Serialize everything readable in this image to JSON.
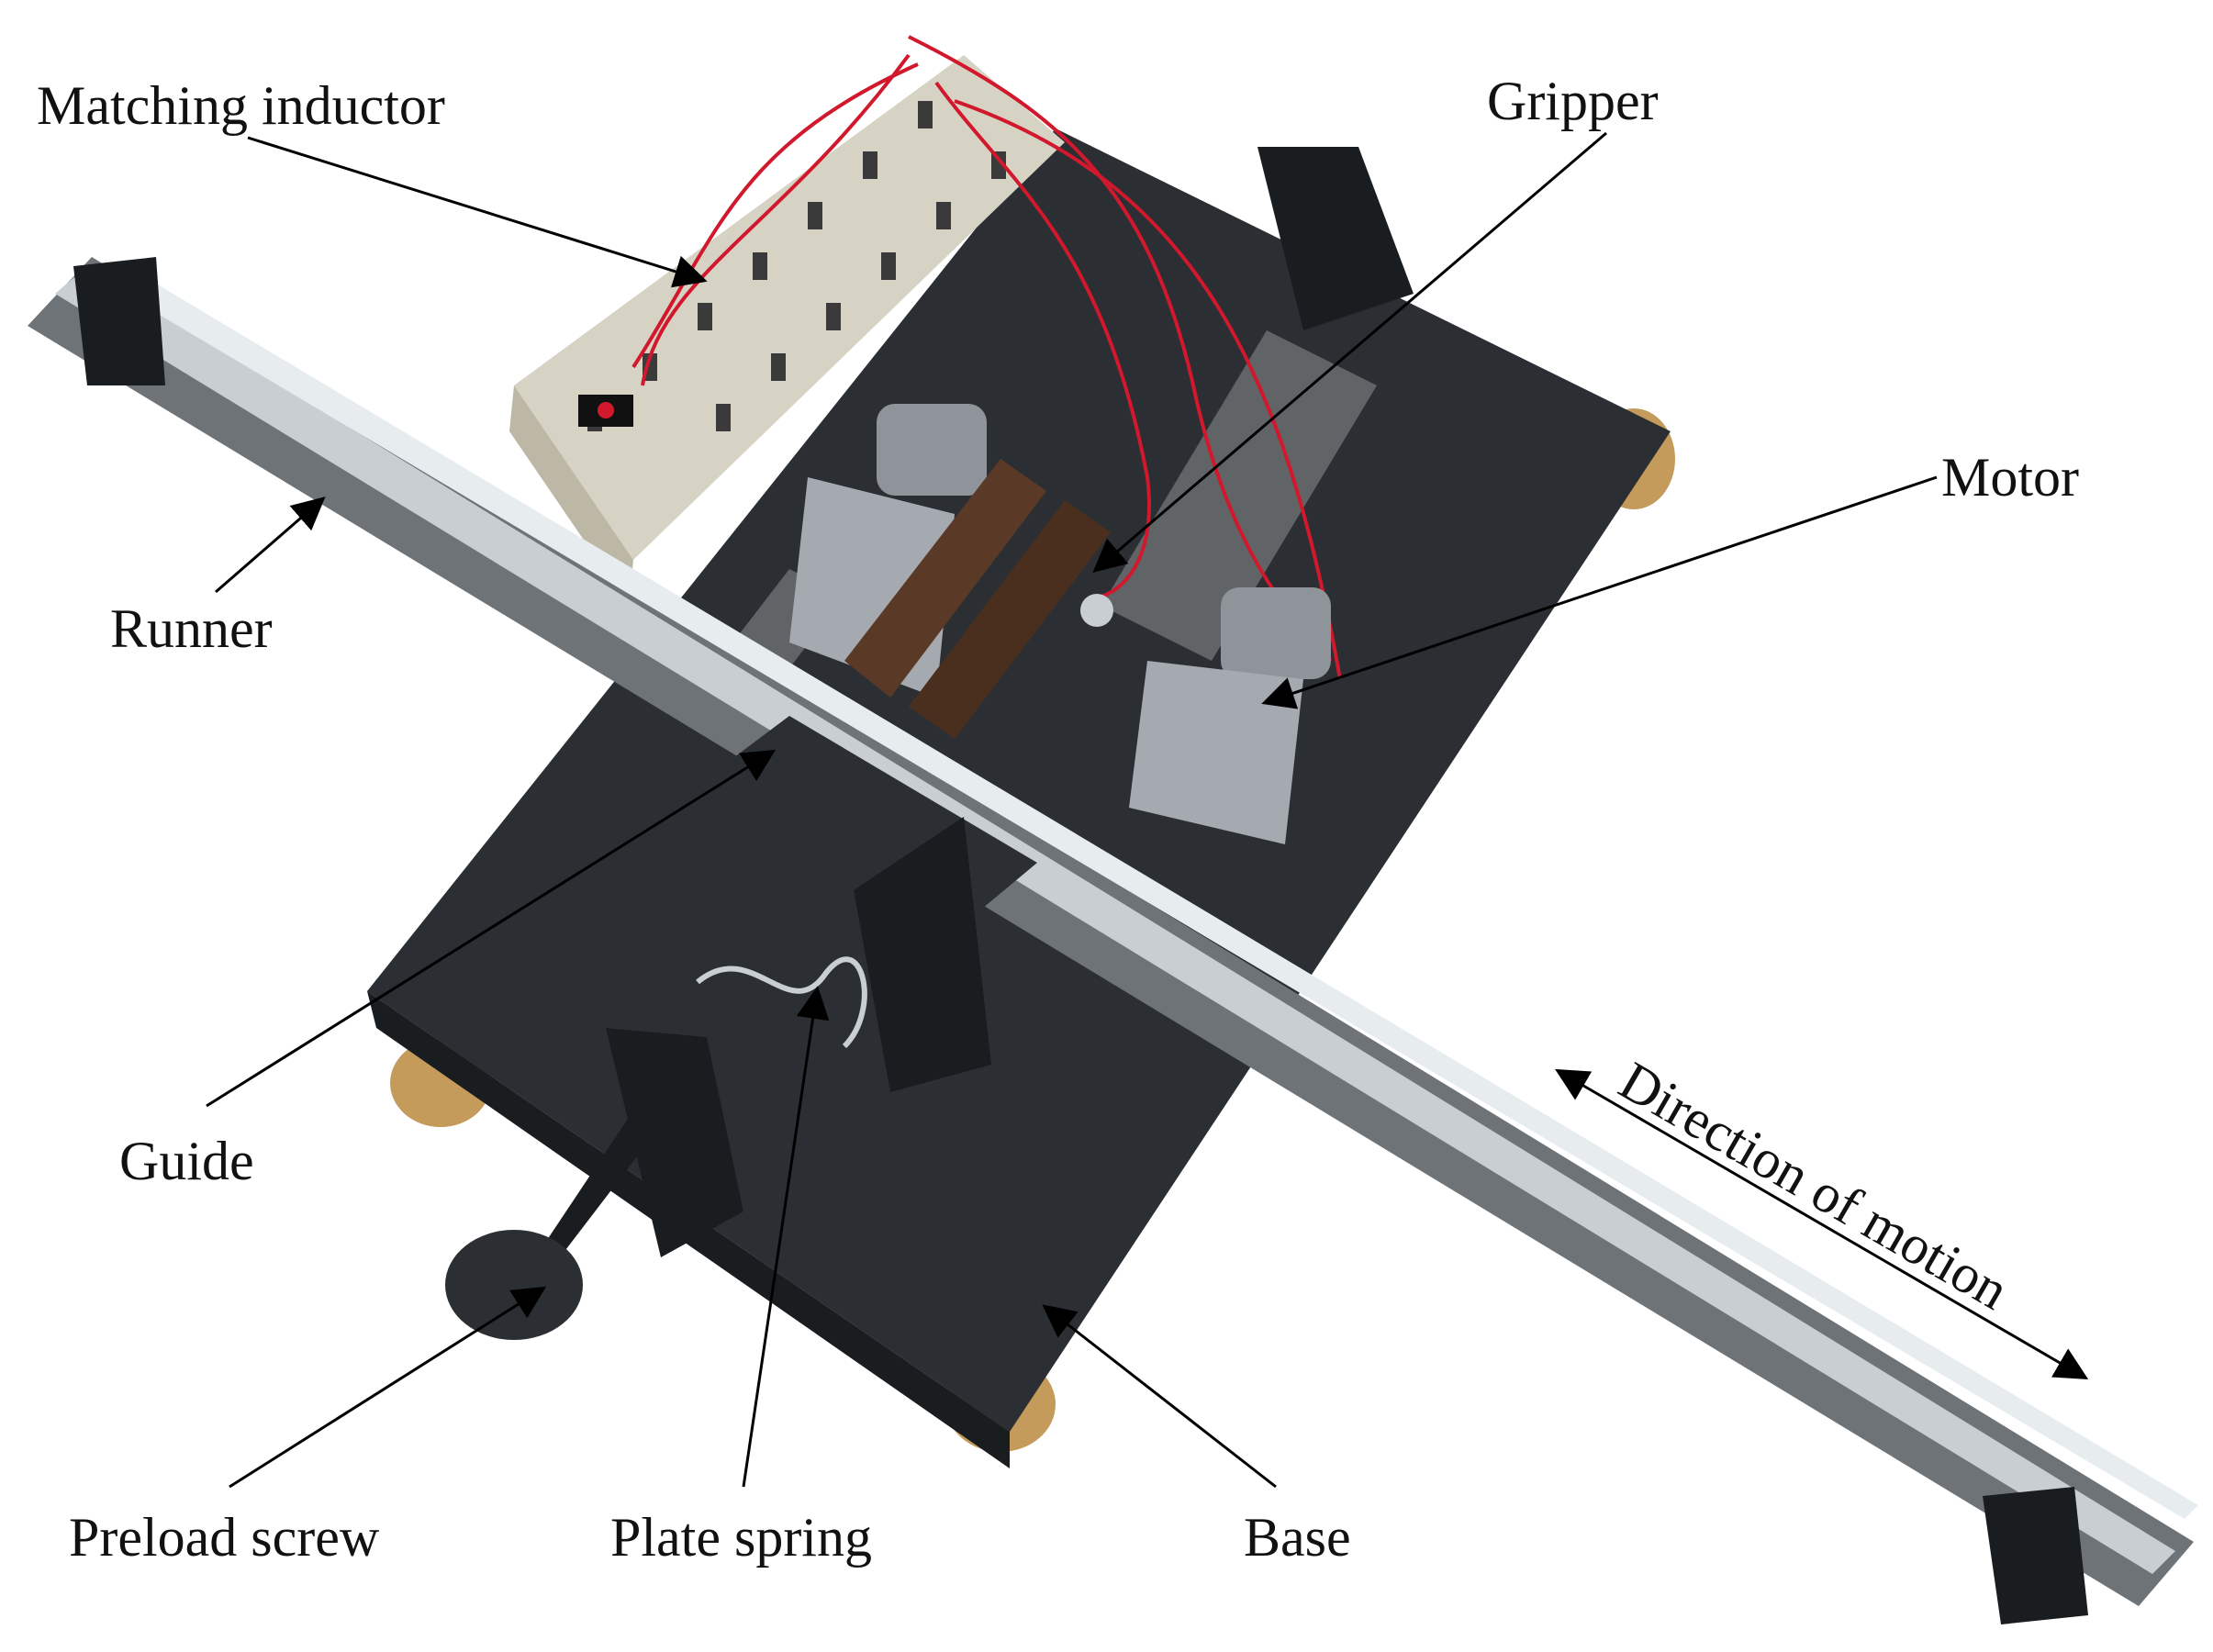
{
  "labels": {
    "matching_inductor": "Matching inductor",
    "gripper": "Gripper",
    "motor": "Motor",
    "runner": "Runner",
    "guide": "Guide",
    "direction_of_motion": "Direction of motion",
    "preload_screw": "Preload screw",
    "plate_spring": "Plate spring",
    "base": "Base"
  },
  "colors": {
    "background": "#ffffff",
    "base_plate": "#2b2f33",
    "rail": "#6e7378",
    "rail_highlight": "#c9ced2",
    "ruler_tape": "#e7ecef",
    "inductor_box": "#d7d3c4",
    "wire": "#d1182c",
    "wood_pads": "#c59b5b",
    "gripper_wood": "#5a3a26",
    "metal": "#8f949a"
  }
}
